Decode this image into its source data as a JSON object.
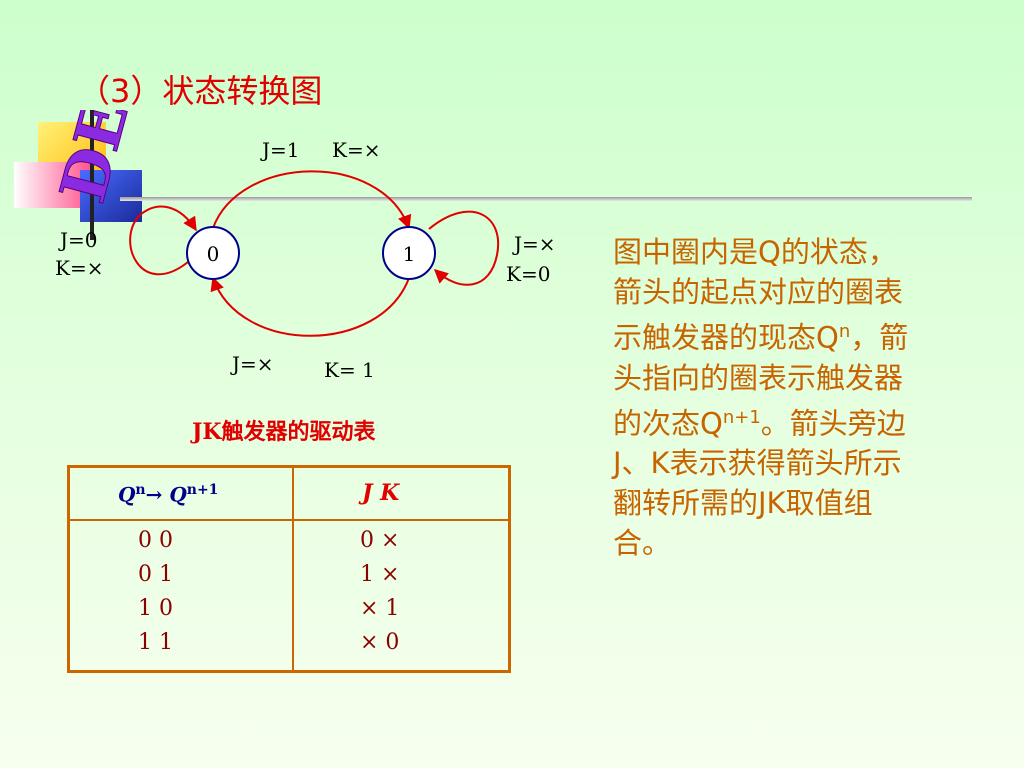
{
  "title": "（3）状态转换图",
  "logo_text": "DET",
  "diagram": {
    "states": [
      "0",
      "1"
    ],
    "arc_top": {
      "j": "J=1",
      "k": "K=×"
    },
    "arc_bottom": {
      "j": "J=×",
      "k": "K= 1"
    },
    "loop_0": {
      "j": "J=0",
      "k": "K=×"
    },
    "loop_1": {
      "j": "J=×",
      "k": "K=0"
    }
  },
  "table": {
    "title": "JK触发器的驱动表",
    "header_q_base": "Q",
    "header_q_sup": "n",
    "header_q_arrow": "→ Q",
    "header_q_sup2": "n+1",
    "header_jk": "J      K",
    "rows": [
      {
        "q": "0       0",
        "jk": "0     ×"
      },
      {
        "q": "0       1",
        "jk": "1     ×"
      },
      {
        "q": "1       0",
        "jk": "×      1"
      },
      {
        "q": "1       1",
        "jk": "×      0"
      }
    ]
  },
  "explanation": {
    "part1": "图中圈内是Q的状态，箭头的起点对应的圈表示触发器的现态Q",
    "sup1": "n",
    "part2": "，箭头指向的圈表示触发器的次态Q",
    "sup2": "n+1",
    "part3": "。箭头旁边J、K表示获得箭头所示翻转所需的JK取值组合。"
  },
  "colors": {
    "title": "#e00000",
    "arrow": "#e00000",
    "state_circle": "#00008b",
    "table_border": "#cc6600",
    "explanation": "#c86400"
  }
}
